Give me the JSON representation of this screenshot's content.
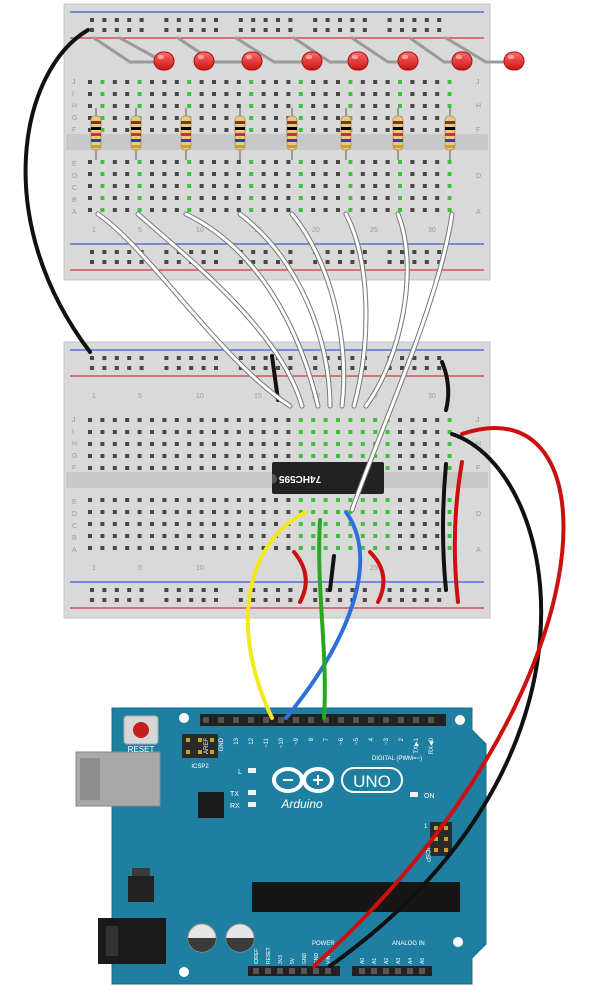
{
  "breadboard_top": {
    "row_letters_upper": [
      "J",
      "I",
      "H",
      "G",
      "F"
    ],
    "row_letters_lower": [
      "E",
      "D",
      "C",
      "B",
      "A"
    ],
    "column_numbers": [
      "1",
      "5",
      "10",
      "15",
      "20",
      "25",
      "30"
    ]
  },
  "breadboard_bottom": {
    "row_letters_upper": [
      "J",
      "I",
      "H",
      "G",
      "F"
    ],
    "row_letters_lower": [
      "E",
      "D",
      "C",
      "B",
      "A"
    ],
    "column_numbers": [
      "1",
      "5",
      "10",
      "15",
      "20",
      "25",
      "30"
    ]
  },
  "shift_register": {
    "label": "74HC595"
  },
  "arduino": {
    "reset_label": "RESET",
    "icsp2_label": "ICSP2",
    "led_l_label": "L",
    "tx_label": "TX",
    "rx_label": "RX",
    "on_label": "ON",
    "uno_label": "UNO",
    "brand_label": "Arduino",
    "digital_label": "DIGITAL (PWM=~)",
    "icsp_label": "ICSP",
    "icsp_pin1": "1",
    "power_label": "POWER",
    "analog_label": "ANALOG IN",
    "digital_pins": [
      "AREF",
      "GND",
      "13",
      "12",
      "~11",
      "~10",
      "~9",
      "8",
      "7",
      "~6",
      "~5",
      "4",
      "~3",
      "2",
      "TX▶1",
      "RX◀0"
    ],
    "power_pins": [
      "IOREF",
      "RESET",
      "3V3",
      "5V",
      "GND",
      "GND",
      "VIN"
    ],
    "analog_pins": [
      "A0",
      "A1",
      "A2",
      "A3",
      "A4",
      "A5"
    ]
  },
  "colors": {
    "board_teal": "#1f7fa1",
    "led_red": "#e8262a",
    "wire_red": "#cc1010",
    "wire_yellow": "#f2e81a",
    "wire_blue": "#2f6fd8",
    "wire_green": "#27a81e",
    "wire_black": "#111111",
    "wire_white": "#ffffff",
    "rail_blue": "#3a5fd0",
    "rail_red": "#d23a3a"
  }
}
